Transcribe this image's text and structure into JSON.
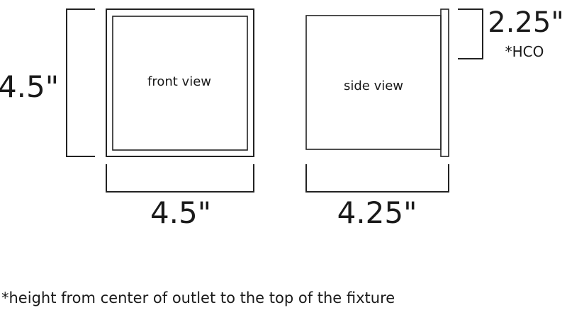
{
  "front": {
    "label": "front view",
    "width": "4.5\"",
    "height": "4.5\""
  },
  "side": {
    "label": "side view",
    "depth": "4.25\"",
    "hco": "2.25\"",
    "hco_note": "*HCO"
  },
  "footnote": "*height from center of outlet to the top of the fixture"
}
